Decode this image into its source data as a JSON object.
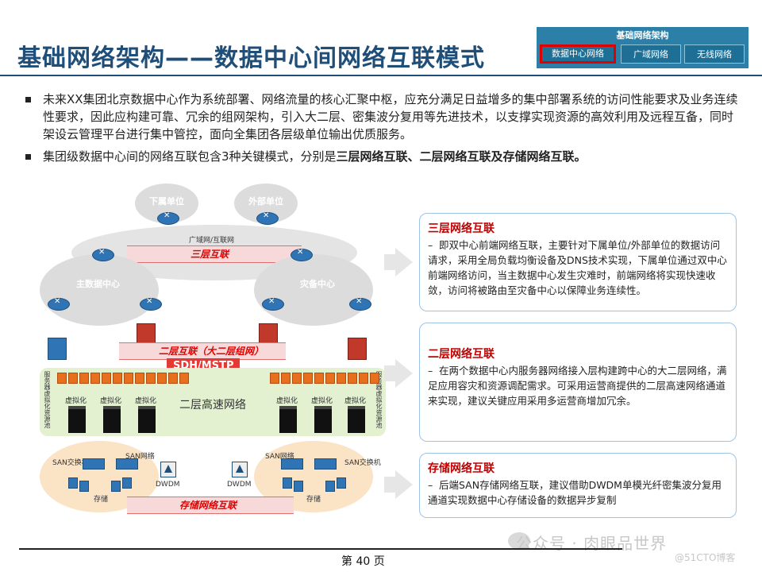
{
  "title": "基础网络架构——数据中心间网络互联模式",
  "nav": {
    "header": "基础网络架构",
    "tabs": [
      {
        "label": "数据中心网络",
        "active": true
      },
      {
        "label": "广域网络",
        "active": false
      },
      {
        "label": "无线网络",
        "active": false
      }
    ]
  },
  "bullets": [
    {
      "text": "未来XX集团北京数据中心作为系统部署、网络流量的核心汇聚中枢，应充分满足日益增多的集中部署系统的访问性能要求及业务连续性要求，因此应构建可靠、冗余的组网架构，引入大二层、密集波分复用等先进技术，以支撑实现资源的高效利用及远程互备，同时架设云管理平台进行集中管控，面向全集团各层级单位输出优质服务。"
    },
    {
      "text_prefix": "集团级数据中心间的网络互联包含3种关键模式，分别是",
      "text_bold": "三层网络互联、二层网络互联及存储网络互联。"
    }
  ],
  "diagram": {
    "clouds": {
      "sub_unit": "下属单位",
      "external_unit": "外部单位",
      "wan": "广域网/互联网",
      "main_dc": "主数据中心",
      "backup_dc": "灾备中心"
    },
    "l3_banner": "三层互联",
    "l2_banner": "二层互联（大二层组网）",
    "l2_tag": "SDH/MSTP",
    "l2_network": "二层高速网络",
    "virtualization": "虚拟化",
    "server_pool": "服务器虚拟化资源池",
    "san_network": "SAN网络",
    "san_switch": "SAN交换机",
    "storage": "存储",
    "dwdm": "DWDM",
    "storage_banner": "存储网络互联"
  },
  "panels": [
    {
      "title": "三层网络互联",
      "body": "即双中心前端网络互联，主要针对下属单位/外部单位的数据访问请求，采用全局负载均衡设备及DNS技术实现，下属单位通过双中心前端网络访问，当主数据中心发生灾难时，前端网络将实现快速收敛，访问将被路由至灾备中心以保障业务连续性。"
    },
    {
      "title": "二层网络互联",
      "body": "在两个数据中心内服务器网络接入层构建跨中心的大二层网络，满足应用容灾和资源调配需求。可采用运营商提供的二层高速网络通道来实现，建议关键应用采用多运营商增加冗余。"
    },
    {
      "title": "存储网络互联",
      "body": "后端SAN存储网络互联，建议借助DWDM单模光纤密集波分复用通道实现数据中心存储设备的数据异步复制"
    }
  ],
  "footer": {
    "page": "第 40 页",
    "watermark": "公众号 · 肉眼品世界",
    "watermark2": "@51CTO博客"
  },
  "colors": {
    "title": "#1f4e79",
    "accent_red": "#c00000",
    "nav_bg": "#2c7fa6"
  }
}
